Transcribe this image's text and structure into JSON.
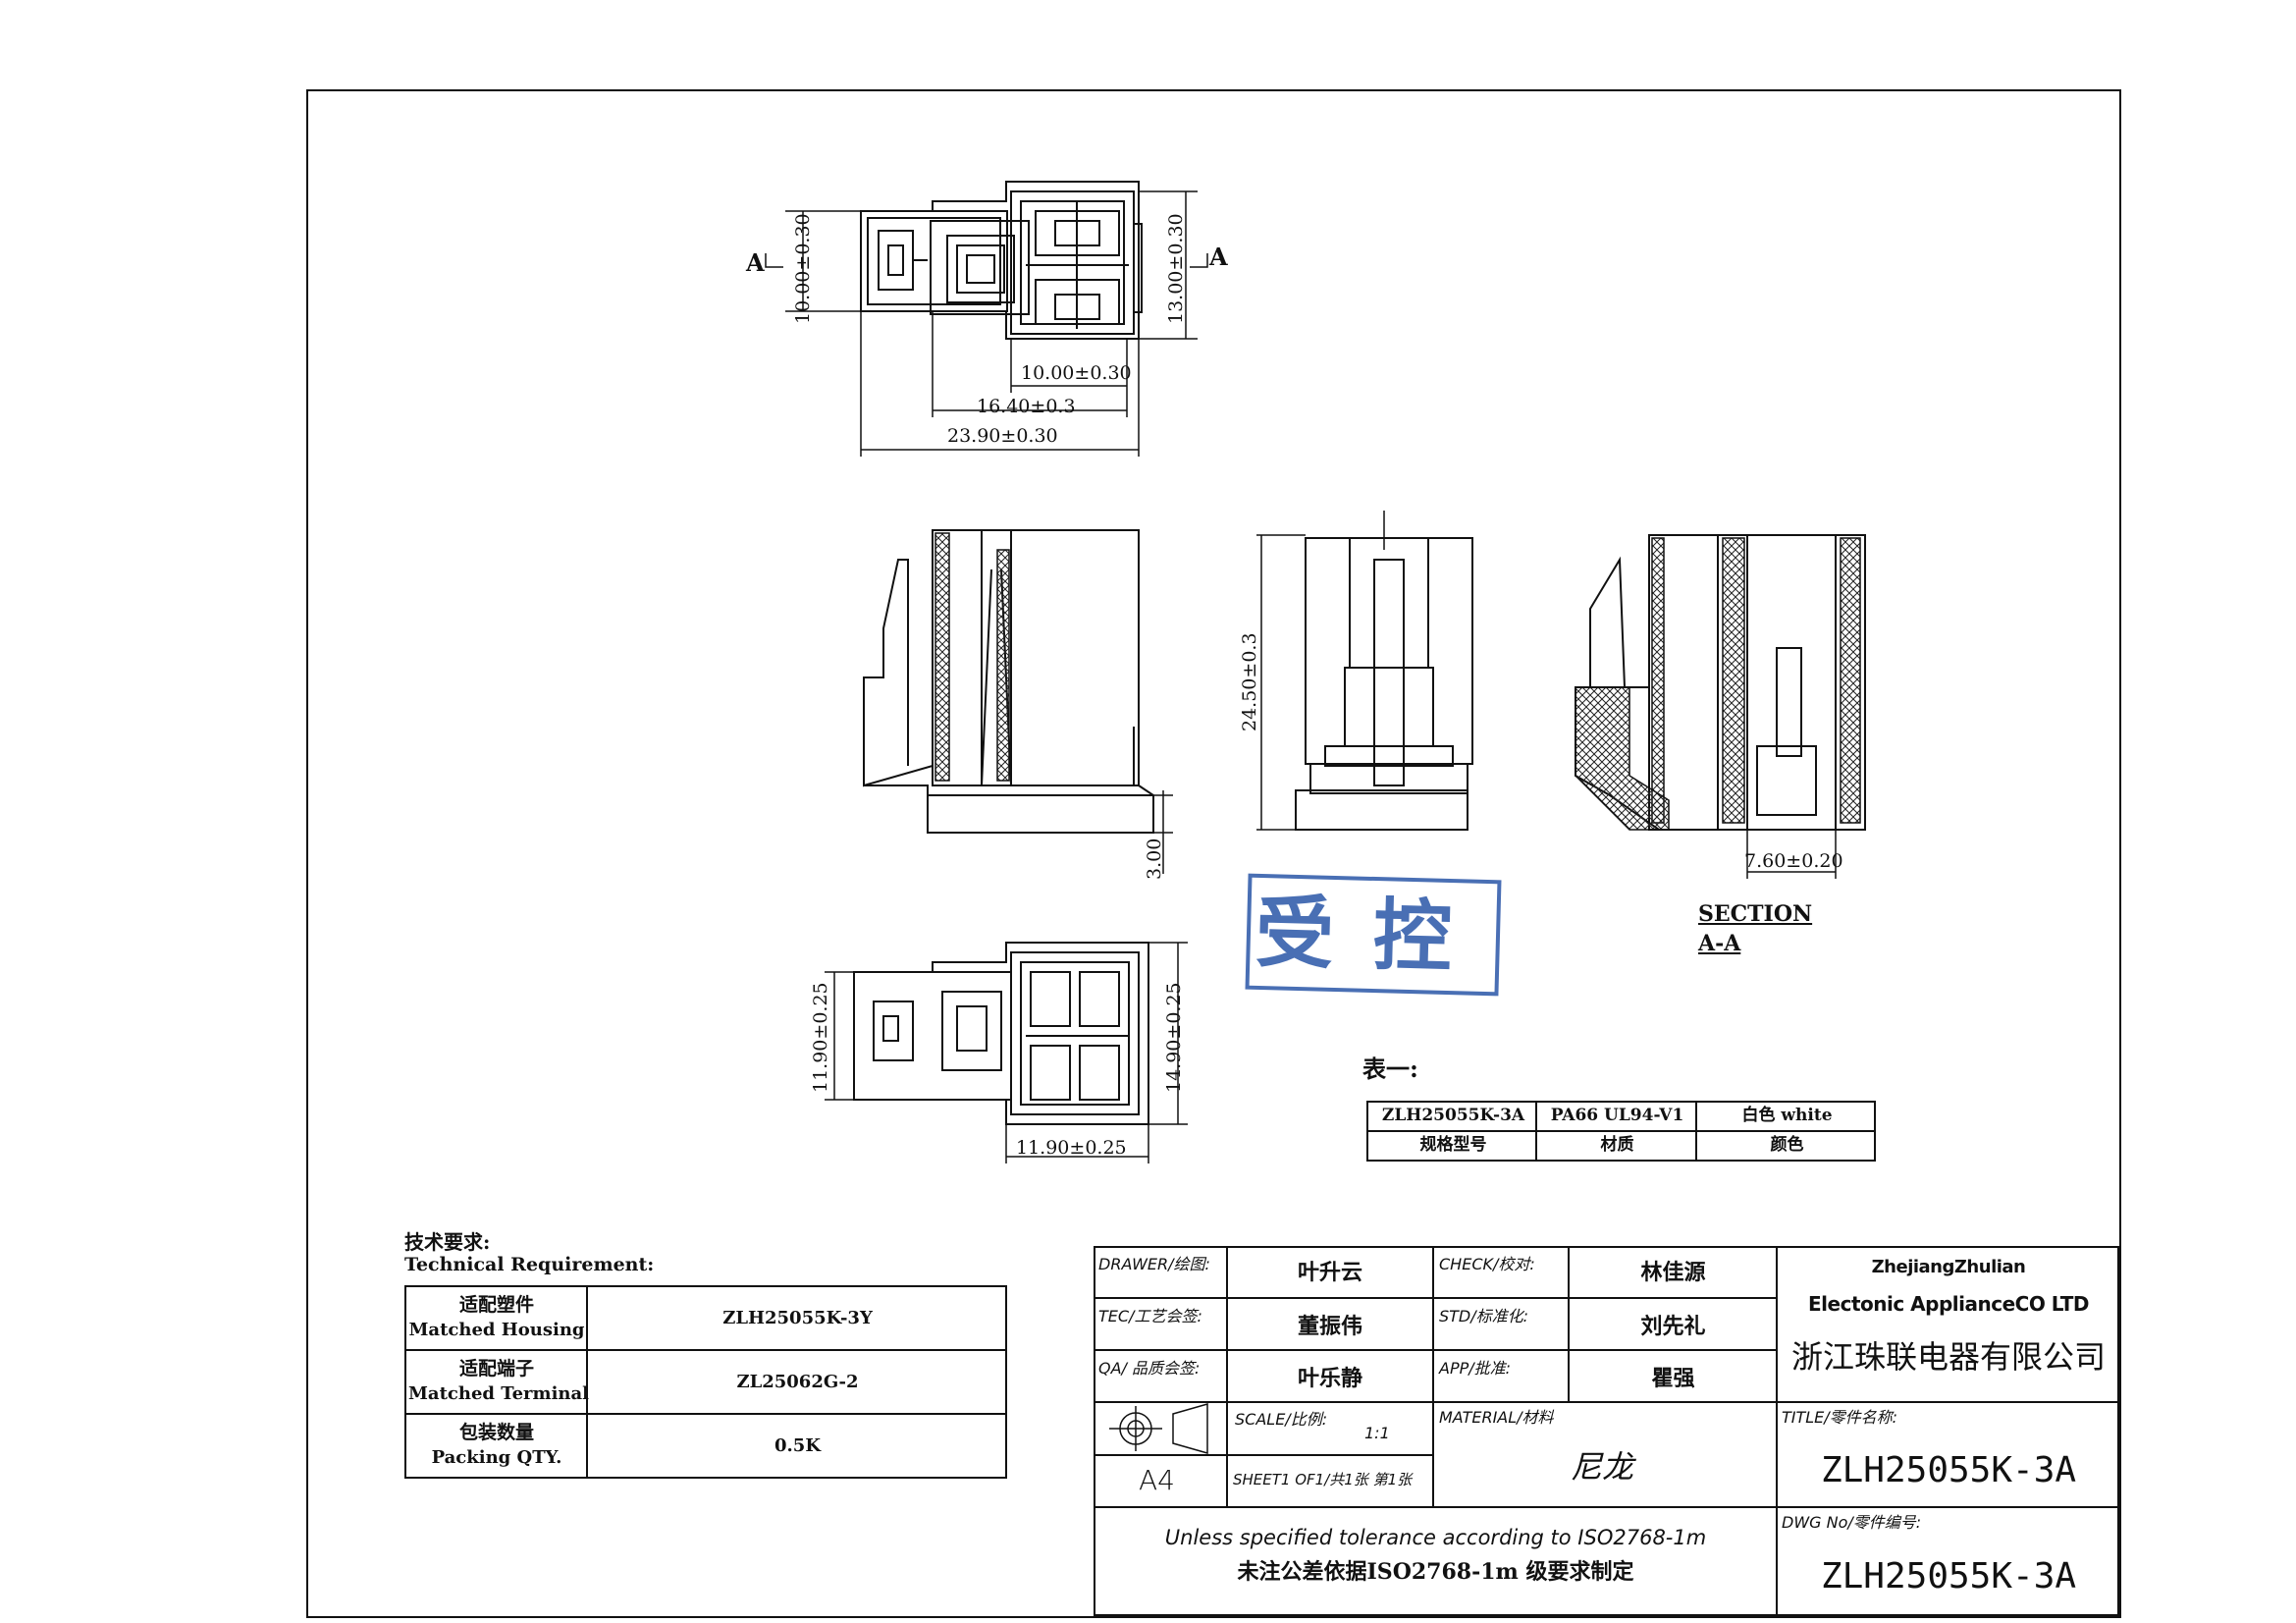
{
  "views": {
    "section_label_1": "A",
    "section_label_2": "A",
    "dims": {
      "d_10_00_h": "10.00±0.30",
      "d_13_00_h": "13.00±0.30",
      "d_10_00_w": "10.00±0.30",
      "d_16_40": "16.40±0.3",
      "d_23_90": "23.90±0.30",
      "d_24_50": "24.50±0.3",
      "d_3_00": "3.00",
      "d_7_60": "7.60±0.20",
      "d_11_90_h": "11.90±0.25",
      "d_14_90_h": "14.90±0.25",
      "d_11_90_w": "11.90±0.25"
    },
    "section_title_1": "SECTION",
    "section_title_2": "A-A"
  },
  "stamp": {
    "text": "受控",
    "color": "#2a56a8"
  },
  "table1": {
    "title": "表一:",
    "row1": [
      "ZLH25055K-3A",
      "PA66 UL94-V1",
      "白色 white"
    ],
    "row2": [
      "规格型号",
      "材质",
      "颜色"
    ]
  },
  "tech_req": {
    "title_cn": "技术要求:",
    "title_en": "Technical Requirement:",
    "rows": [
      {
        "label_cn": "适配塑件",
        "label_en": "Matched Housing",
        "value": "ZLH25055K-3Y"
      },
      {
        "label_cn": "适配端子",
        "label_en": "Matched Terminal",
        "value": "ZL25062G-2"
      },
      {
        "label_cn": "包装数量",
        "label_en": "Packing QTY.",
        "value": "0.5K"
      }
    ]
  },
  "title_block": {
    "drawer_label": "DRAWER/绘图:",
    "drawer_value": "叶升云",
    "check_label": "CHECK/校对:",
    "check_value": "林佳源",
    "tec_label": "TEC/工艺会签:",
    "tec_value": "董振伟",
    "std_label": "STD/标准化:",
    "std_value": "刘先礼",
    "qa_label": "QA/ 品质会签:",
    "qa_value": "叶乐静",
    "app_label": "APP/批准:",
    "app_value": "瞿强",
    "scale_label": "SCALE/比例:",
    "scale_value": "1:1",
    "sheet_label": "SHEET1 OF1/共1张 第1张",
    "size_value": "A4",
    "material_label": "MATERIAL/材料",
    "material_value": "尼龙",
    "company_en_1": "ZhejiangZhulian",
    "company_en_2": "Electonic ApplianceCO LTD",
    "company_cn": "浙江珠联电器有限公司",
    "title_label": "TITLE/零件名称:",
    "title_value": "ZLH25055K-3A",
    "dwg_label": "DWG No/零件编号:",
    "dwg_value": "ZLH25055K-3A",
    "tolerance_en": "Unless specified tolerance according to ISO2768-1m",
    "tolerance_cn": "未注公差依据ISO2768-1m 级要求制定"
  }
}
